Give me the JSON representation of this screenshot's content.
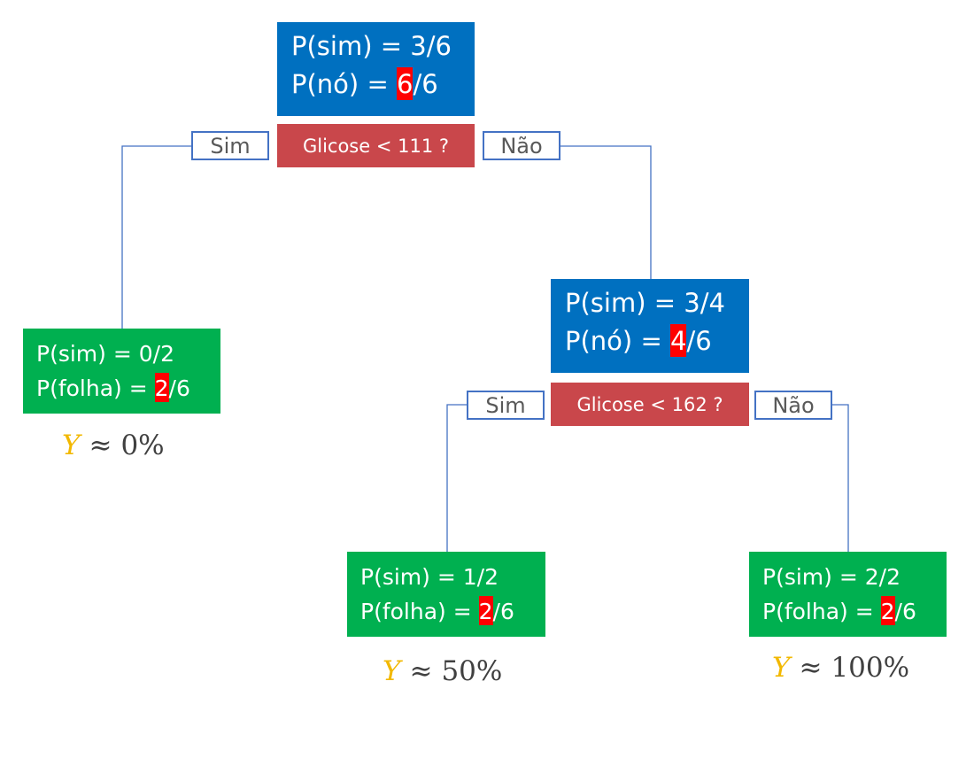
{
  "root": {
    "p_yes": "P(sim) = 3/6",
    "p_node_prefix": "P(nó) = ",
    "p_node_highlight": "6",
    "p_node_suffix": "/6",
    "condition": "Glicose < 111 ?",
    "yes_label": "Sim",
    "no_label": "Não"
  },
  "inner": {
    "p_yes": "P(sim) = 3/4",
    "p_node_prefix": "P(nó) = ",
    "p_node_highlight": "4",
    "p_node_suffix": "/6",
    "condition": "Glicose < 162 ?",
    "yes_label": "Sim",
    "no_label": "Não"
  },
  "leaves": [
    {
      "p_yes": "P(sim) = 0/2",
      "p_leaf_prefix": "P(folha) = ",
      "p_leaf_highlight": "2",
      "p_leaf_suffix": "/6",
      "pred_var": "Y",
      "pred_symbol": "≈",
      "pred_value": "0%"
    },
    {
      "p_yes": "P(sim) = 1/2",
      "p_leaf_prefix": "P(folha) = ",
      "p_leaf_highlight": "2",
      "p_leaf_suffix": "/6",
      "pred_var": "Y",
      "pred_symbol": "≈",
      "pred_value": "50%"
    },
    {
      "p_yes": "P(sim) = 2/2",
      "p_leaf_prefix": "P(folha) = ",
      "p_leaf_highlight": "2",
      "p_leaf_suffix": "/6",
      "pred_var": "Y",
      "pred_symbol": "≈",
      "pred_value": "100%"
    }
  ],
  "colors": {
    "node_blue": "#0070c0",
    "leaf_green": "#00b050",
    "condition_red": "#c9474b",
    "highlight_red": "#ff0000",
    "connector_blue": "#4472c4",
    "prediction_gold": "#f2b800"
  }
}
